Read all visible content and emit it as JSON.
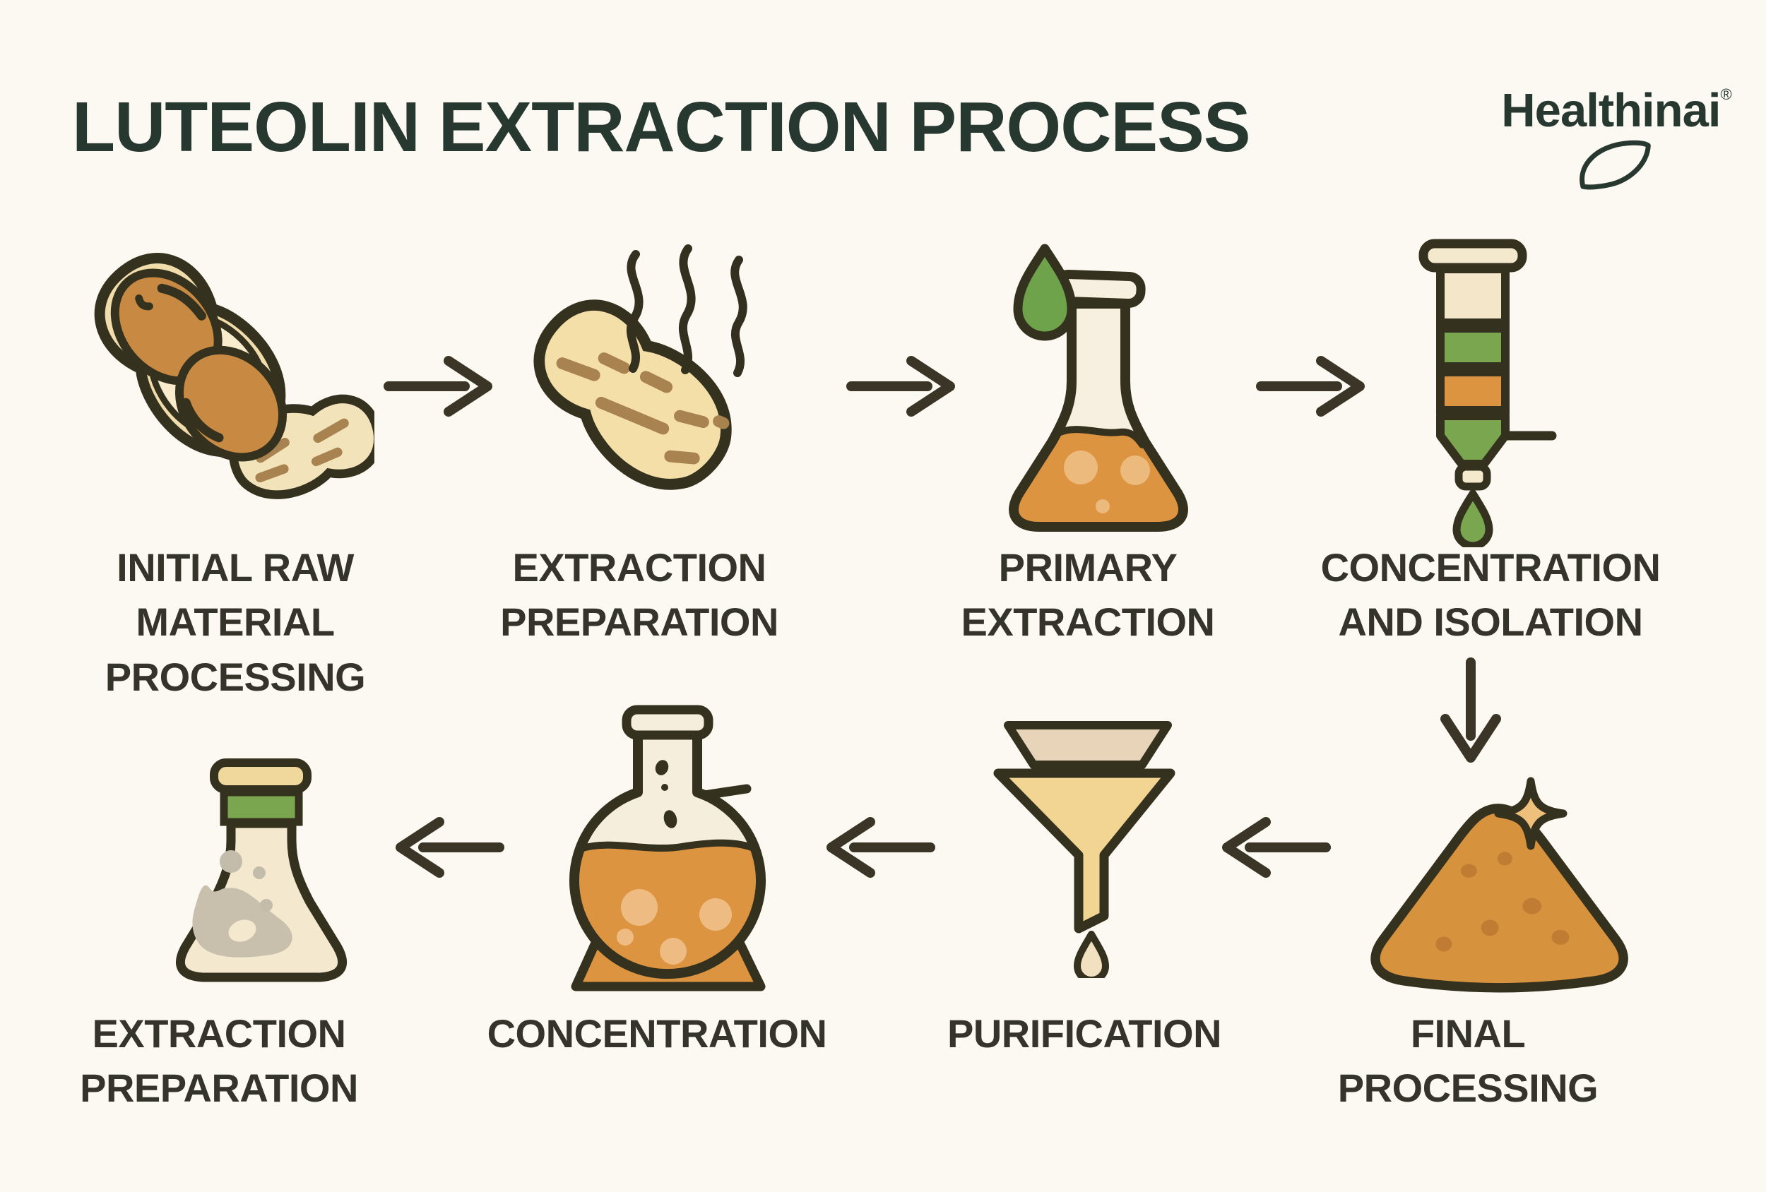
{
  "title": "LUTEOLIN EXTRACTION PROCESS",
  "logo": {
    "text": "Healthinai",
    "reg": "®"
  },
  "steps": [
    {
      "order": 1,
      "label": "INITIAL RAW MATERIAL PROCESSING",
      "icon": "peanuts-open-shell-icon"
    },
    {
      "order": 2,
      "label": "EXTRACTION PREPARATION",
      "icon": "roasted-peanut-steam-icon"
    },
    {
      "order": 3,
      "label": "PRIMARY EXTRACTION",
      "icon": "erlenmeyer-flask-green-droplet-icon"
    },
    {
      "order": 4,
      "label": "CONCENTRATION AND ISOLATION",
      "icon": "chromatography-column-droplet-icon"
    },
    {
      "order": 5,
      "label": "FINAL PROCESSING",
      "icon": "powder-pile-sparkle-icon"
    },
    {
      "order": 6,
      "label": "PURIFICATION",
      "icon": "filter-funnel-droplet-icon"
    },
    {
      "order": 7,
      "label": "CONCENTRATION",
      "icon": "round-bottom-flask-icon"
    },
    {
      "order": 8,
      "label": "EXTRACTION PREPARATION",
      "icon": "erlenmeyer-flask-green-band-icon"
    }
  ],
  "flow": {
    "row1_direction": "right",
    "row2_direction": "left",
    "connector_between_rows": "down"
  },
  "colors": {
    "background": "#fbf9f2",
    "outline": "#35311f",
    "title_green": "#273830",
    "label_dark": "#35342a",
    "shell_cream": "#f2ddad",
    "kernel_brown": "#c88a42",
    "dash_brown": "#a8834f",
    "liquid_orange": "#dc9440",
    "bubble_light": "#edba7e",
    "leaf_green": "#6ea34c",
    "band_green": "#7aa64f",
    "funnel_yellow": "#f3d593",
    "paper_tan": "#e8d5b9",
    "powder_orange": "#d7923d",
    "speckle_orange": "#c17c33",
    "flask_cream": "#f6eedd",
    "sludge_gray": "#c8c0ad"
  }
}
